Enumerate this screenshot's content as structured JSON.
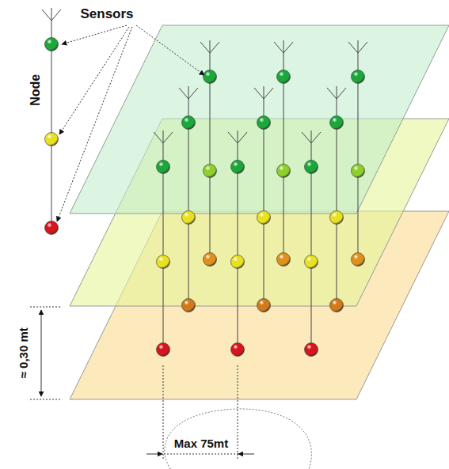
{
  "diagram": {
    "labels": [
      "Sensors",
      "Node",
      "≈ 0,30 mt",
      "Max 75mt"
    ]
  }
}
